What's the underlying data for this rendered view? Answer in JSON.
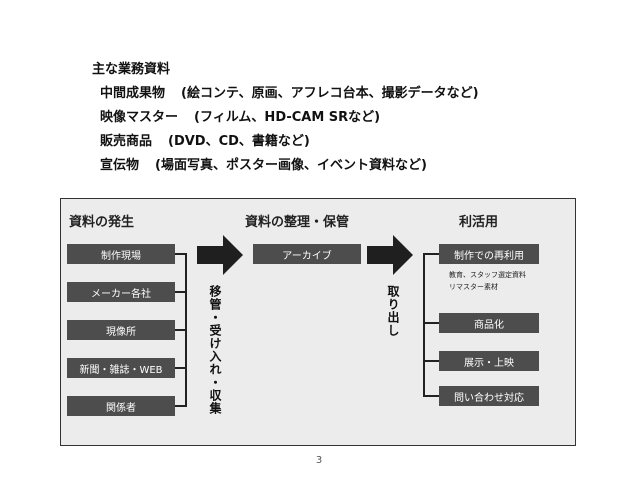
{
  "text": {
    "heading": "主な業務資料",
    "lines": [
      {
        "main": "中間成果物",
        "detail": "(絵コンテ、原画、アフレコ台本、撮影データなど)"
      },
      {
        "main": "映像マスター",
        "detail": "(フィルム、HD-CAM SRなど)"
      },
      {
        "main": "販売商品",
        "detail": "(DVD、CD、書籍など)"
      },
      {
        "main": "宣伝物",
        "detail": "(場面写真、ポスター画像、イベント資料など)"
      }
    ]
  },
  "diagram": {
    "col1_title": "資料の発生",
    "col2_title": "資料の整理・保管",
    "col3_title": "利活用",
    "sources": [
      "制作現場",
      "メーカー各社",
      "現像所",
      "新聞・雑誌・WEB",
      "関係者"
    ],
    "archive_box": "アーカイブ",
    "arrow1_label": "移管・受け入れ・収集",
    "arrow2_label": "取り出し",
    "uses": [
      "制作での再利用",
      "商品化",
      "展示・上映",
      "問い合わせ対応"
    ],
    "reuse_note_1": "教育、スタッフ選定資料",
    "reuse_note_2": "リマスター素材"
  },
  "page_number": "3"
}
